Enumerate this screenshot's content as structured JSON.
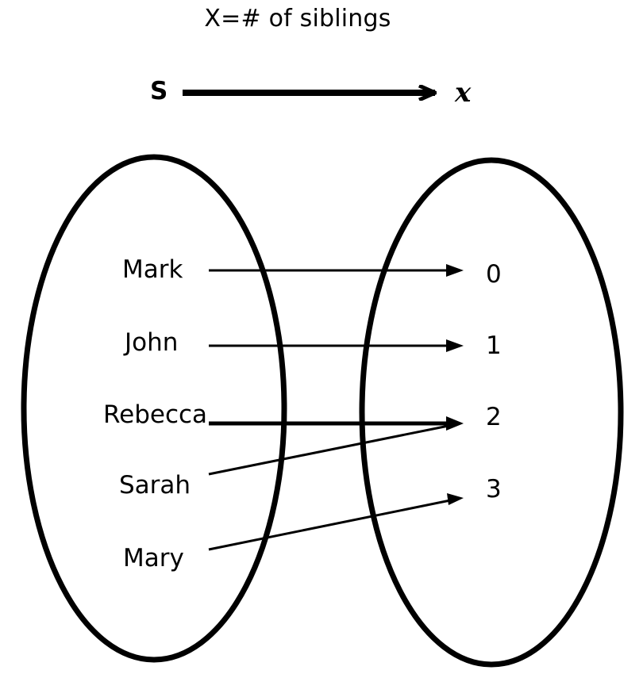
{
  "title": "X=# of siblings",
  "mapping_header": {
    "domain_symbol": "S",
    "codomain_symbol": "x"
  },
  "domain_set": {
    "name": "S",
    "elements": [
      "Mark",
      "John",
      "Rebecca",
      "Sarah",
      "Mary"
    ]
  },
  "codomain_set": {
    "name": "x",
    "elements": [
      "0",
      "1",
      "2",
      "3"
    ]
  },
  "mappings": [
    {
      "from": "Mark",
      "to": "0"
    },
    {
      "from": "John",
      "to": "1"
    },
    {
      "from": "Rebecca",
      "to": "2"
    },
    {
      "from": "Sarah",
      "to": "2"
    },
    {
      "from": "Mary",
      "to": "3"
    }
  ],
  "colors": {
    "stroke": "#000000",
    "background": "#ffffff"
  }
}
